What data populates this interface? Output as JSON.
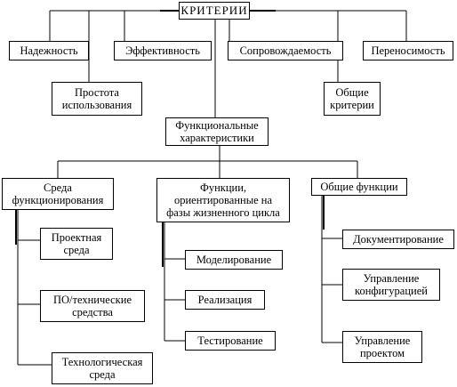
{
  "root": "КРИТЕРИИ",
  "criteria": {
    "reliability": "Надежность",
    "efficiency": "Эффективность",
    "maintainability": "Сопровождаемость",
    "portability": "Переносимость",
    "usability": "Простота\nиспользования",
    "general_criteria": "Общие\nкритерии",
    "functional": "Функциональные\nхарактеристики"
  },
  "groups": {
    "environment": {
      "label": "Среда\nфункционирования",
      "items": [
        "Проектная\nсреда",
        "ПО/технические\nсредства",
        "Технологическая\nсреда"
      ]
    },
    "lifecycle": {
      "label": "Функции,\nориентированные на\nфазы жизненного цикла",
      "items": [
        "Моделирование",
        "Реализация",
        "Тестирование"
      ]
    },
    "general_functions": {
      "label": "Общие функции",
      "items": [
        "Документирование",
        "Управление\nконфигурацией",
        "Управление\nпроектом"
      ]
    }
  }
}
